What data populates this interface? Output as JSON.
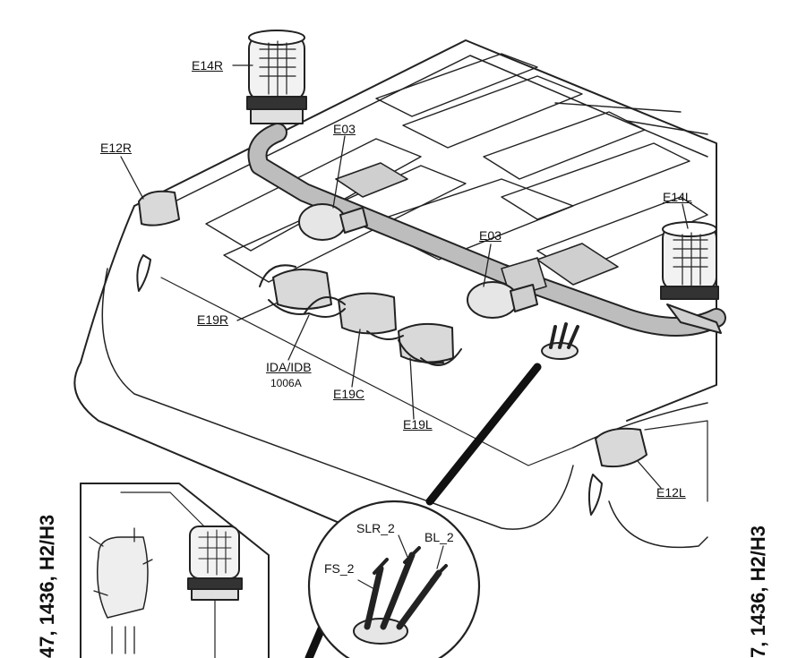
{
  "labels": {
    "e14r": "E14R",
    "e12r": "E12R",
    "e03_left": "E03",
    "e03_right": "E03",
    "e14l": "E14L",
    "e19r": "E19R",
    "ida_idb": "IDA/IDB",
    "ida_code": "1006A",
    "e19c": "E19C",
    "e19l": "E19L",
    "e12l": "E12L",
    "slr2": "SLR_2",
    "bl2": "BL_2",
    "fs2": "FS_2"
  },
  "side_text": {
    "left": "47, 1436, H2/H3",
    "right": "7, 1436, H2/H3"
  }
}
